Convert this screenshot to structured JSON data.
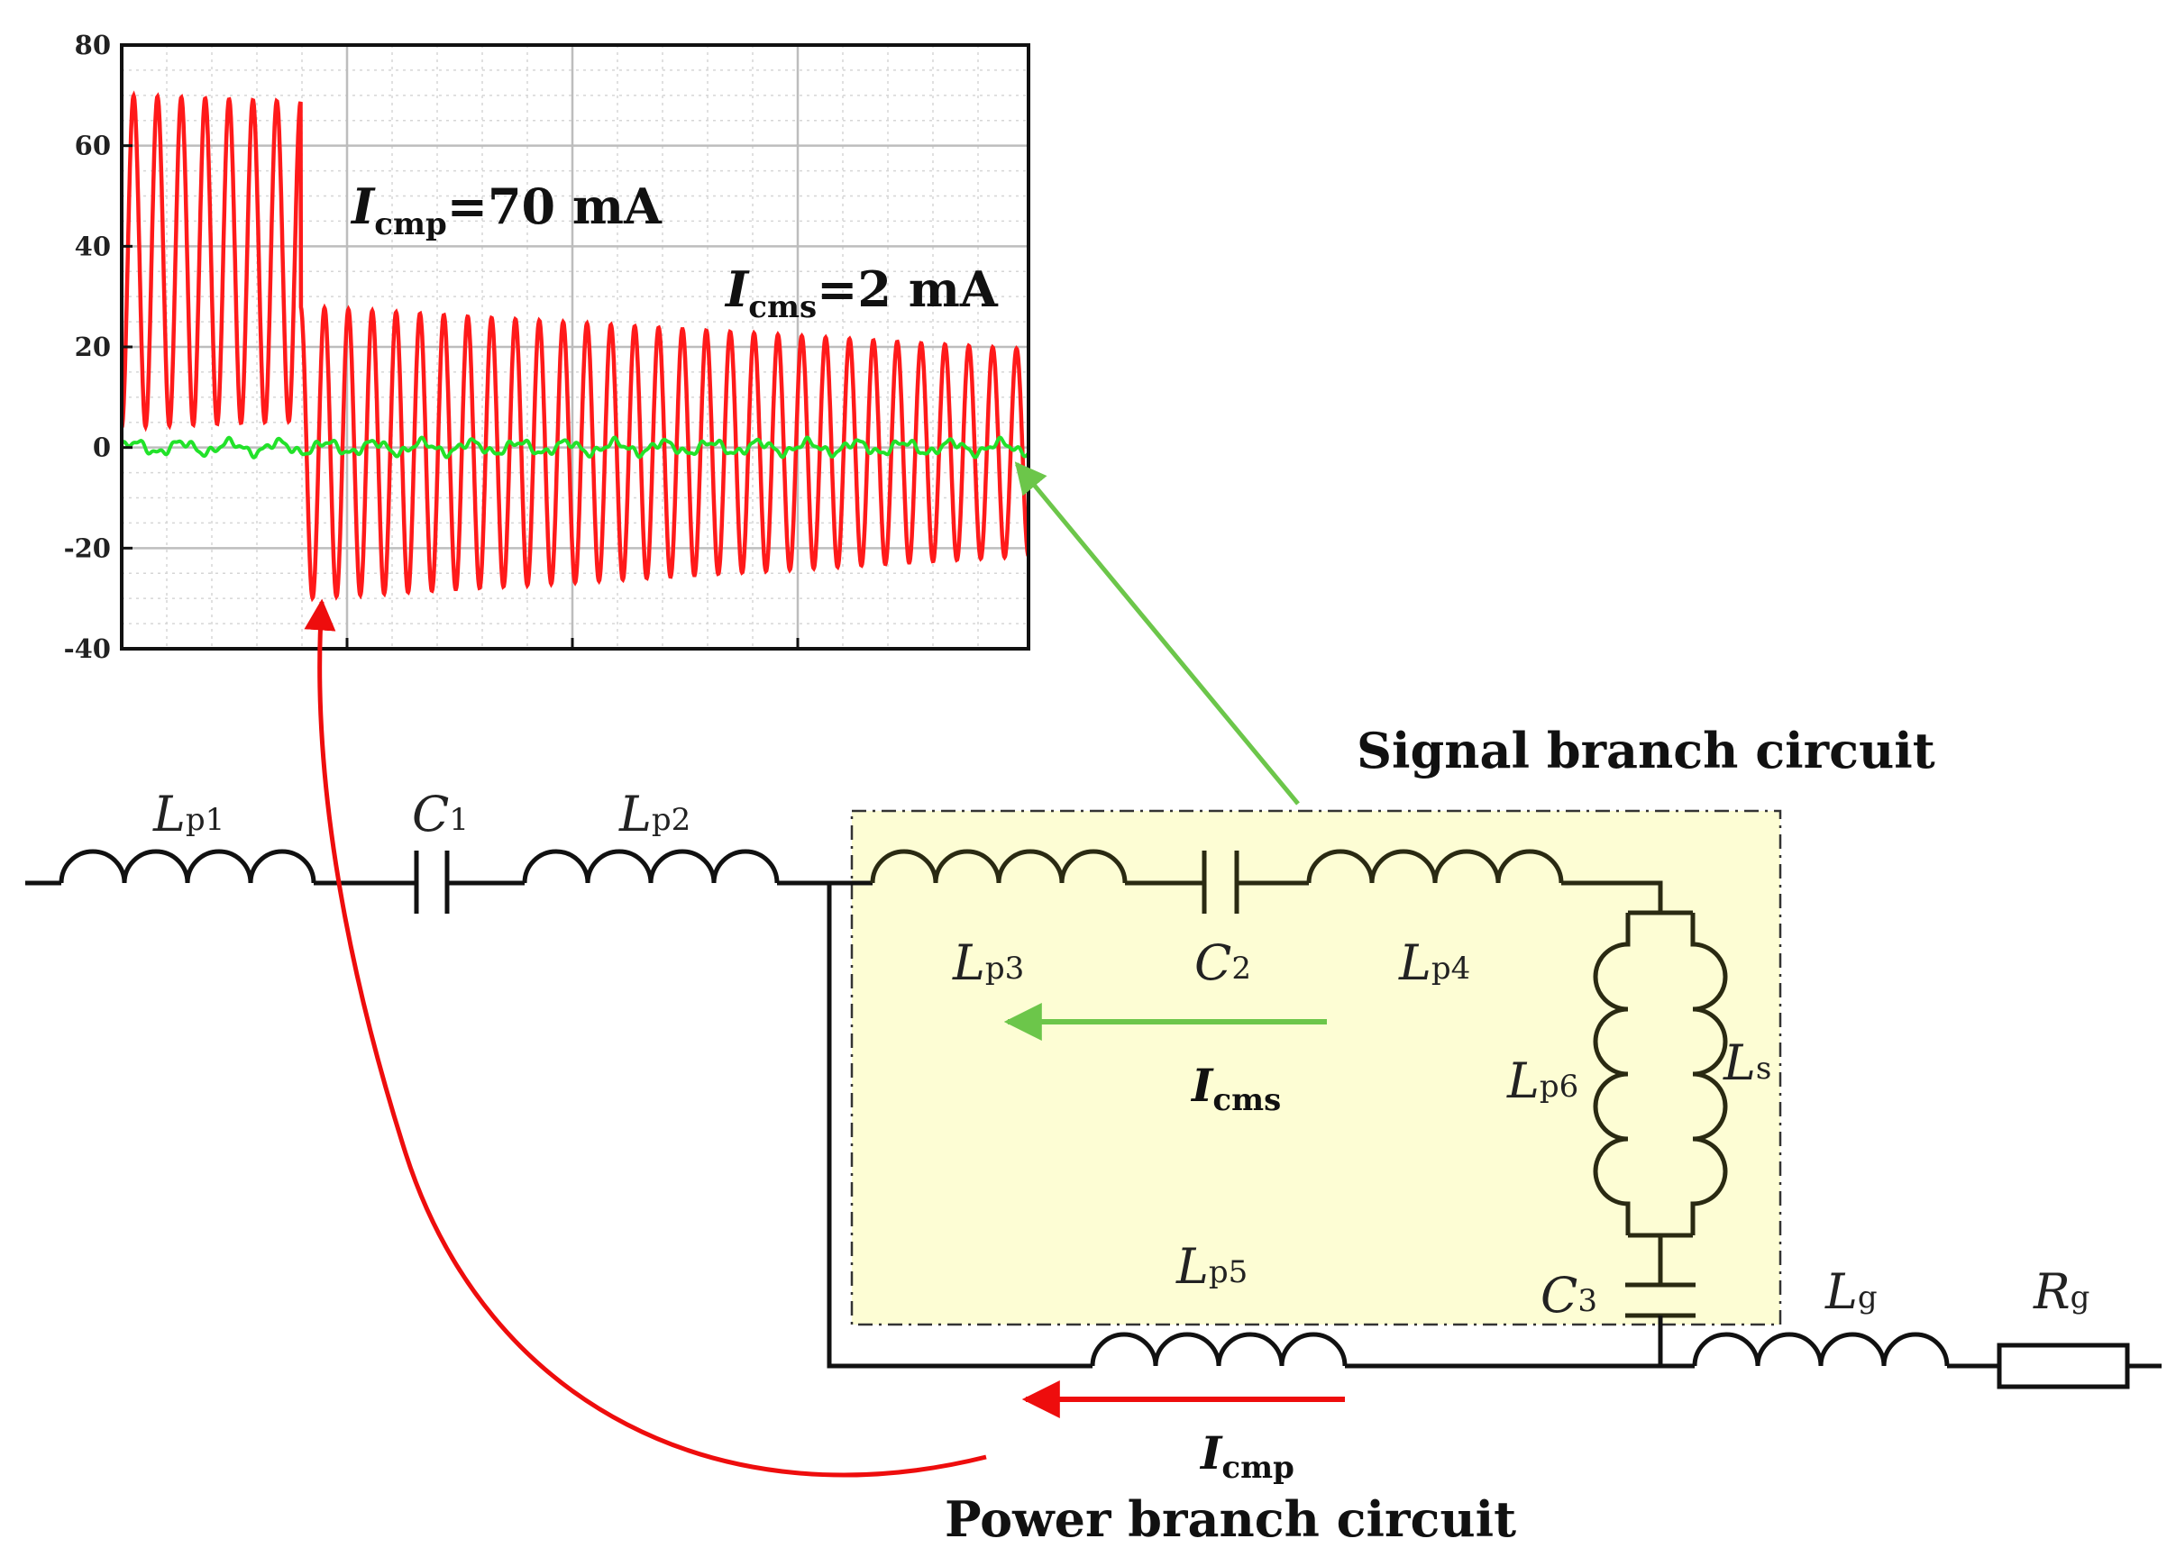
{
  "chart_data": {
    "type": "line",
    "y_ticks": [
      "80",
      "60",
      "40",
      "20",
      "0",
      "-20",
      "-40"
    ],
    "ylim": [
      -40,
      80
    ],
    "grid": true,
    "series": [
      {
        "name": "Icmp",
        "color": "#ff1a1a",
        "cycles": 38,
        "switch_cycle": 7.5,
        "before": {
          "center": 37,
          "amp": 33
        },
        "after": {
          "center": -1,
          "amp": 29
        }
      },
      {
        "name": "Icms",
        "color": "#22e22a",
        "center": 0,
        "amp": 2
      }
    ],
    "annotations": [
      {
        "italic": "I",
        "sub": "cmp",
        "text": "=70 mA"
      },
      {
        "italic": "I",
        "sub": "cms",
        "text": "=2 mA"
      }
    ]
  },
  "diagram": {
    "signal_branch_title": "Signal branch circuit",
    "power_branch_title": "Power branch circuit",
    "current_signal": {
      "italic": "I",
      "sub": "cms"
    },
    "current_power": {
      "italic": "I",
      "sub": "cmp"
    },
    "components": {
      "Lp1": {
        "main": "L",
        "sub": "p1"
      },
      "C1": {
        "main": "C",
        "sub": "1"
      },
      "Lp2": {
        "main": "L",
        "sub": "p2"
      },
      "Lp3": {
        "main": "L",
        "sub": "p3"
      },
      "C2": {
        "main": "C",
        "sub": "2"
      },
      "Lp4": {
        "main": "L",
        "sub": "p4"
      },
      "Lp6": {
        "main": "L",
        "sub": "p6"
      },
      "Ls": {
        "main": "L",
        "sub": "s"
      },
      "Lp5": {
        "main": "L",
        "sub": "p5"
      },
      "C3": {
        "main": "C",
        "sub": "3"
      },
      "Lg": {
        "main": "L",
        "sub": "g"
      },
      "Rg": {
        "main": "R",
        "sub": "g"
      }
    }
  },
  "colors": {
    "signal_box": "#fdfdd4",
    "green_arrow": "#6cc64a",
    "red_arrow": "#ee0d0d"
  }
}
